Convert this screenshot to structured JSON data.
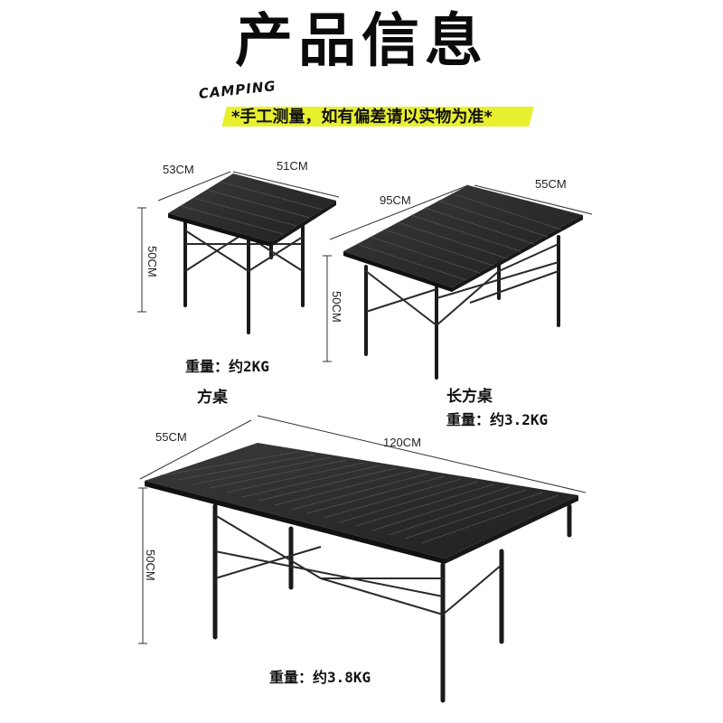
{
  "header": {
    "title": "产品信息",
    "tag": "CAMPING",
    "note": "*手工测量，如有偏差请以实物为准*"
  },
  "tables": {
    "square": {
      "name": "方桌",
      "weight": "重量：约2KG",
      "depth": "53CM",
      "width": "51CM",
      "height": "50CM"
    },
    "long": {
      "name": "长方桌",
      "weight": "重量：约3.2KG",
      "length": "95CM",
      "depth": "55CM",
      "height": "50CM"
    },
    "large": {
      "weight": "重量：约3.8KG",
      "depth": "55CM",
      "length": "120CM",
      "height": "50CM"
    }
  },
  "colors": {
    "banner": "#e7ef2e",
    "table": "#262626",
    "frame": "#1a1a1a",
    "dim_line": "#333333"
  }
}
